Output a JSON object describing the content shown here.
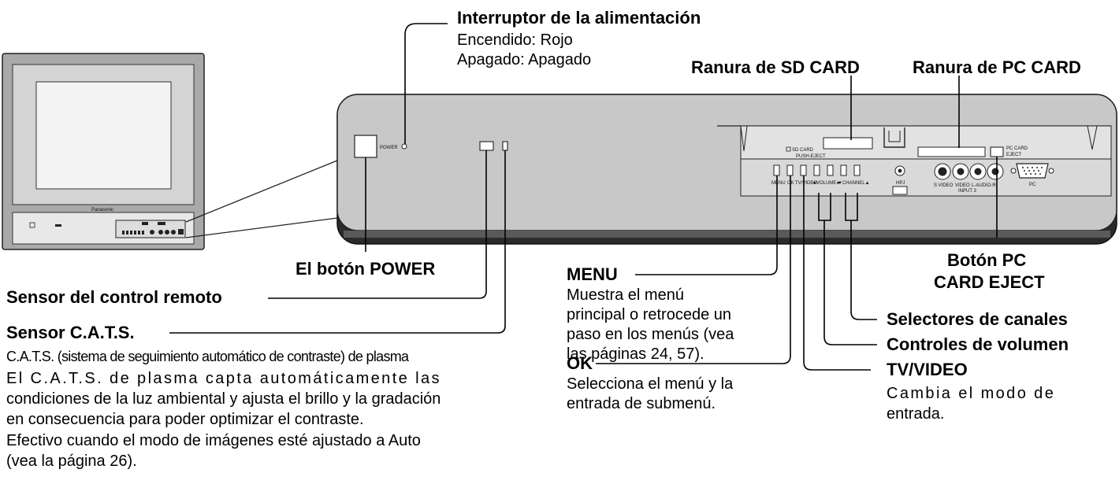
{
  "labels": {
    "power_switch": {
      "title": "Interruptor de la alimentación",
      "line_on": "Encendido: Rojo",
      "line_off": "Apagado: Apagado"
    },
    "sd_slot": "Ranura de SD CARD",
    "pc_slot": "Ranura de PC CARD",
    "power_button": "El botón POWER",
    "remote_sensor": "Sensor del control remoto",
    "cats_sensor": {
      "title": "Sensor C.A.T.S.",
      "line1": "C.A.T.S. (sistema de seguimiento automático de contraste) de plasma",
      "line2": "El C.A.T.S. de plasma capta automáticamente las",
      "line3": "condiciones de la luz ambiental y ajusta el brillo y la gradación",
      "line4": "en consecuencia para poder optimizar el contraste.",
      "line5": "Efectivo cuando el modo de imágenes esté ajustado a Auto",
      "line6": "(vea la página 26)."
    },
    "menu": {
      "title": "MENU",
      "line1": "Muestra el menú",
      "line2": "principal o retrocede un",
      "line3": "paso en los menús (vea",
      "line4": "las páginas 24, 57)."
    },
    "ok": {
      "title": "OK",
      "line1": "Selecciona el menú y la",
      "line2": "entrada de submenú."
    },
    "pc_eject": {
      "line1": "Botón PC",
      "line2": "CARD EJECT"
    },
    "channel_selectors": "Selectores de canales",
    "volume_controls": "Controles de volumen",
    "tv_video": {
      "title": "TV/VIDEO",
      "line1": "Cambia el modo de",
      "line2": "entrada."
    }
  },
  "panel_print": {
    "power": "POWER",
    "sd_card": "SD CARD",
    "push_eject": "PUSH-EJECT",
    "pc_card": "PC CARD",
    "eject": "EJECT",
    "menu": "MENU",
    "ok": "OK",
    "tv_video": "TV/VIDEO",
    "volume": "◄VOLUME►",
    "channel": "▼CHANNEL▲",
    "hpj": "HPJ",
    "s_video": "S VIDEO",
    "video": "VIDEO",
    "audio": "L-AUDIO-R",
    "input3": "INPUT 3",
    "pc": "PC",
    "brand": "Panasonic"
  }
}
